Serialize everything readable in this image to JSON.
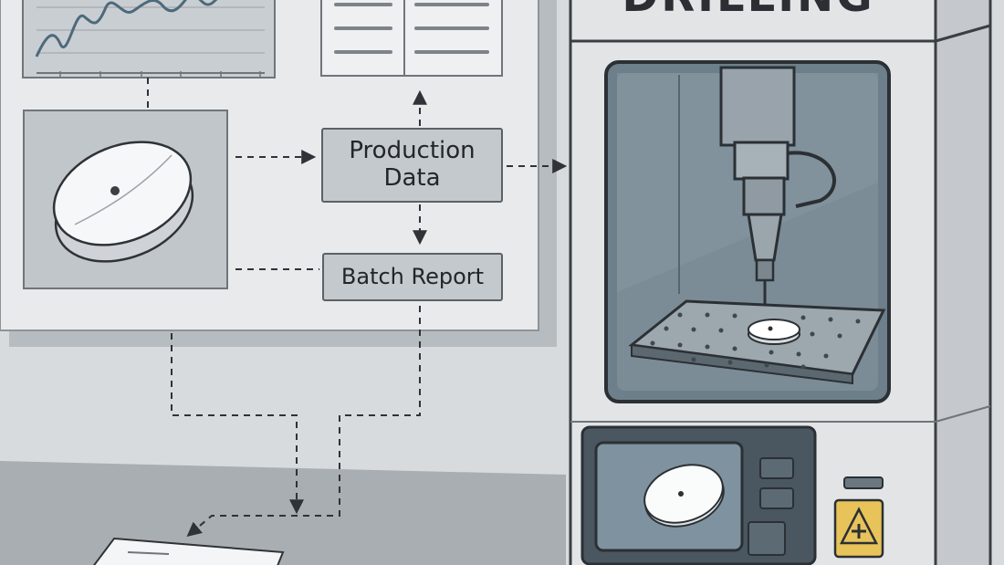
{
  "machine": {
    "title": "DRILLING"
  },
  "flow": {
    "production_data": "Production Data",
    "batch_report": "Batch Report"
  },
  "colors": {
    "wall": "#d6d9dc",
    "panel": "#e6e8ea",
    "chamber": "#6b7c87",
    "outline": "#3a3f44",
    "warning": "#e8c35a"
  }
}
